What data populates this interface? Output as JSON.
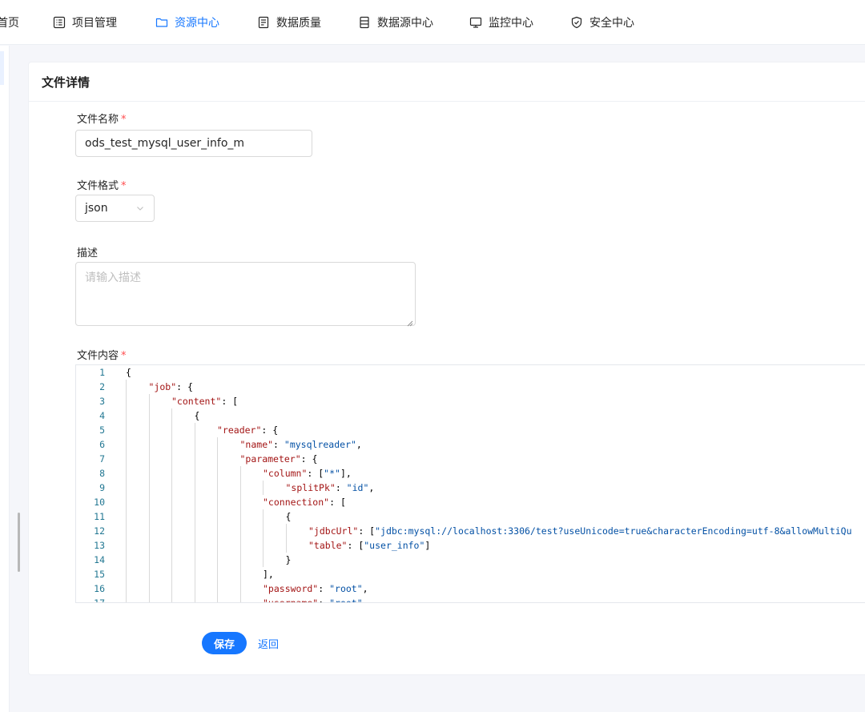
{
  "nav": {
    "items": [
      {
        "label": "首页",
        "icon": "home-icon"
      },
      {
        "label": "项目管理",
        "icon": "list-icon"
      },
      {
        "label": "资源中心",
        "icon": "folder-icon",
        "active": true
      },
      {
        "label": "数据质量",
        "icon": "document-icon"
      },
      {
        "label": "数据源中心",
        "icon": "database-icon"
      },
      {
        "label": "监控中心",
        "icon": "monitor-icon"
      },
      {
        "label": "安全中心",
        "icon": "shield-icon"
      }
    ],
    "accent_color": "#1677ff"
  },
  "card": {
    "title": "文件详情"
  },
  "form": {
    "name_label": "文件名称",
    "name_value": "ods_test_mysql_user_info_m",
    "format_label": "文件格式",
    "format_value": "json",
    "desc_label": "描述",
    "desc_placeholder": "请输入描述",
    "content_label": "文件内容",
    "required_mark": "*"
  },
  "editor": {
    "lines": [
      {
        "n": "1",
        "indent": 0,
        "parts": [
          [
            "p",
            "{"
          ]
        ]
      },
      {
        "n": "2",
        "indent": 1,
        "parts": [
          [
            "k",
            "\"job\""
          ],
          [
            "p",
            ": {"
          ]
        ]
      },
      {
        "n": "3",
        "indent": 2,
        "parts": [
          [
            "k",
            "\"content\""
          ],
          [
            "p",
            ": ["
          ]
        ]
      },
      {
        "n": "4",
        "indent": 3,
        "parts": [
          [
            "p",
            "{"
          ]
        ]
      },
      {
        "n": "5",
        "indent": 4,
        "parts": [
          [
            "k",
            "\"reader\""
          ],
          [
            "p",
            ": {"
          ]
        ]
      },
      {
        "n": "6",
        "indent": 5,
        "parts": [
          [
            "k",
            "\"name\""
          ],
          [
            "p",
            ": "
          ],
          [
            "s",
            "\"mysqlreader\""
          ],
          [
            "p",
            ","
          ]
        ]
      },
      {
        "n": "7",
        "indent": 5,
        "parts": [
          [
            "k",
            "\"parameter\""
          ],
          [
            "p",
            ": {"
          ]
        ]
      },
      {
        "n": "8",
        "indent": 6,
        "parts": [
          [
            "k",
            "\"column\""
          ],
          [
            "p",
            ": ["
          ],
          [
            "s",
            "\"*\""
          ],
          [
            "p",
            "],"
          ]
        ]
      },
      {
        "n": "9",
        "indent": 7,
        "parts": [
          [
            "k",
            "\"splitPk\""
          ],
          [
            "p",
            ": "
          ],
          [
            "s",
            "\"id\""
          ],
          [
            "p",
            ","
          ]
        ]
      },
      {
        "n": "10",
        "indent": 6,
        "parts": [
          [
            "k",
            "\"connection\""
          ],
          [
            "p",
            ": ["
          ]
        ]
      },
      {
        "n": "11",
        "indent": 7,
        "parts": [
          [
            "p",
            "{"
          ]
        ]
      },
      {
        "n": "12",
        "indent": 8,
        "parts": [
          [
            "k",
            "\"jdbcUrl\""
          ],
          [
            "p",
            ": ["
          ],
          [
            "s",
            "\"jdbc:mysql://localhost:3306/test?useUnicode=true&characterEncoding=utf-8&allowMultiQu"
          ]
        ]
      },
      {
        "n": "13",
        "indent": 8,
        "parts": [
          [
            "k",
            "\"table\""
          ],
          [
            "p",
            ": ["
          ],
          [
            "s",
            "\"user_info\""
          ],
          [
            "p",
            "]"
          ]
        ]
      },
      {
        "n": "14",
        "indent": 7,
        "parts": [
          [
            "p",
            "}"
          ]
        ]
      },
      {
        "n": "15",
        "indent": 6,
        "parts": [
          [
            "p",
            "],"
          ]
        ]
      },
      {
        "n": "16",
        "indent": 6,
        "parts": [
          [
            "k",
            "\"password\""
          ],
          [
            "p",
            ": "
          ],
          [
            "s",
            "\"root\""
          ],
          [
            "p",
            ","
          ]
        ]
      },
      {
        "n": "17",
        "indent": 6,
        "parts": [
          [
            "k",
            "\"username\""
          ],
          [
            "p",
            ": "
          ],
          [
            "s",
            "\"root\""
          ],
          [
            "p",
            ","
          ]
        ]
      }
    ]
  },
  "actions": {
    "save_label": "保存",
    "back_label": "返回"
  }
}
